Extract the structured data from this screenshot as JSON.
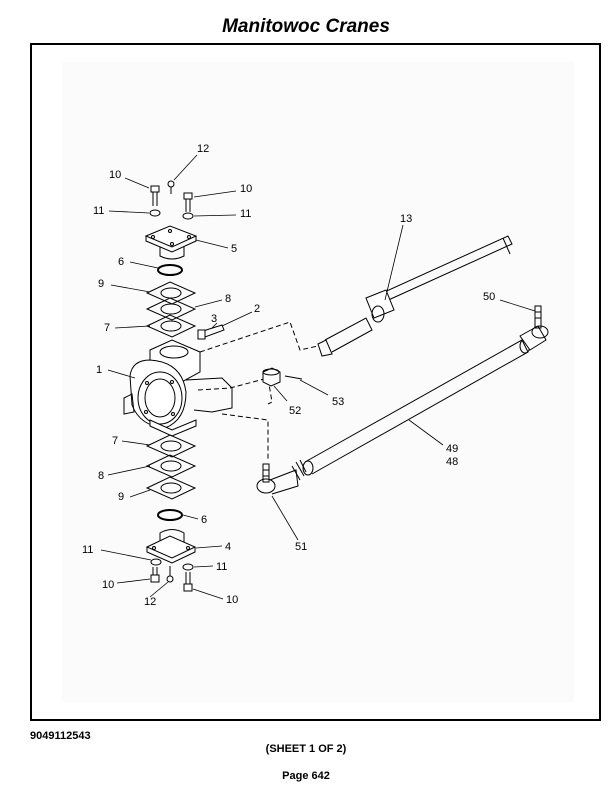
{
  "header": {
    "title": "Manitowoc Cranes"
  },
  "footer": {
    "doc_number": "9049112543",
    "sheet": "(SHEET 1 OF 2)",
    "page": "Page 642"
  },
  "callouts": {
    "c1": "1",
    "c2": "2",
    "c3": "3",
    "c4": "4",
    "c5": "5",
    "c6a": "6",
    "c6b": "6",
    "c7a": "7",
    "c7b": "7",
    "c8a": "8",
    "c8b": "8",
    "c9a": "9",
    "c9b": "9",
    "c10a": "10",
    "c10b": "10",
    "c10c": "10",
    "c10d": "10",
    "c11a": "11",
    "c11b": "11",
    "c11c": "11",
    "c11d": "11",
    "c12a": "12",
    "c12b": "12",
    "c13": "13",
    "c48": "48",
    "c49": "49",
    "c50": "50",
    "c51": "51",
    "c52": "52",
    "c53": "53"
  }
}
